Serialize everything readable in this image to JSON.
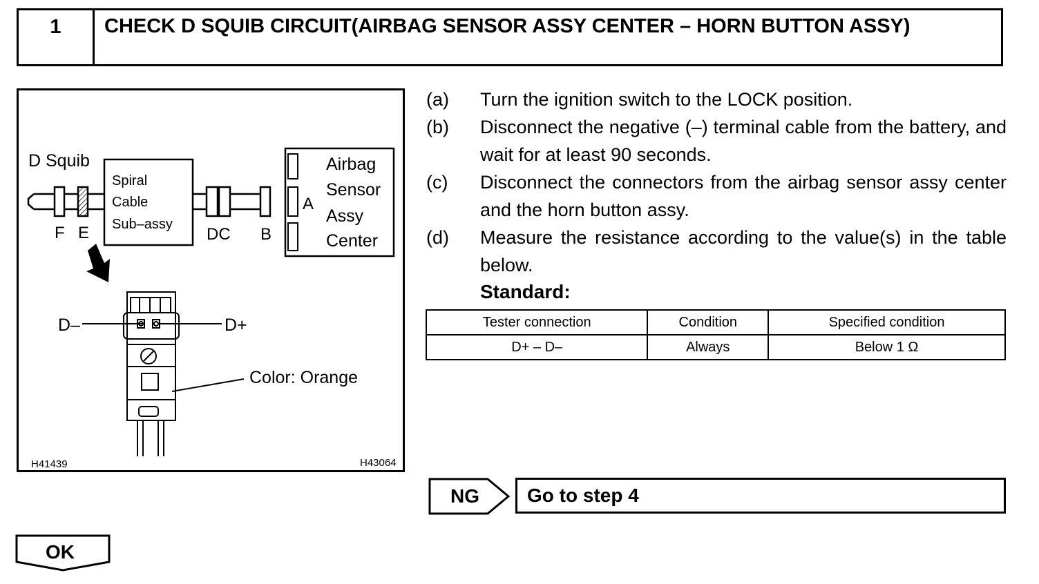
{
  "header": {
    "step_number": "1",
    "title": "CHECK D SQUIB CIRCUIT(AIRBAG SENSOR ASSY CENTER – HORN BUTTON ASSY)"
  },
  "figure": {
    "d_squib_label": "D Squib",
    "spiral_line1": "Spiral",
    "spiral_line2": "Cable",
    "spiral_line3": "Sub–assy",
    "conn_f": "F",
    "conn_e": "E",
    "conn_dc": "DC",
    "conn_b": "B",
    "conn_a": "A",
    "airbag_line1": "Airbag",
    "airbag_line2": "Sensor",
    "airbag_line3": "Assy",
    "airbag_line4": "Center",
    "d_minus": "D–",
    "d_plus": "D+",
    "color_note": "Color: Orange",
    "code_left": "H41439",
    "code_right": "H43064"
  },
  "steps": [
    {
      "label": "(a)",
      "text": "Turn the ignition switch to the LOCK position."
    },
    {
      "label": "(b)",
      "text": "Disconnect the negative (–) terminal cable from the battery, and wait for at least 90 seconds."
    },
    {
      "label": "(c)",
      "text": "Disconnect the connectors from the airbag sensor assy center and the horn button assy."
    },
    {
      "label": "(d)",
      "text": "Measure the resistance according to the value(s) in the table below."
    }
  ],
  "standard_label": "Standard:",
  "spec_table": {
    "headers": [
      "Tester connection",
      "Condition",
      "Specified condition"
    ],
    "rows": [
      [
        "D+ – D–",
        "Always",
        "Below 1 Ω"
      ]
    ]
  },
  "ng": {
    "label": "NG",
    "action": "Go to step 4"
  },
  "ok": {
    "label": "OK"
  }
}
